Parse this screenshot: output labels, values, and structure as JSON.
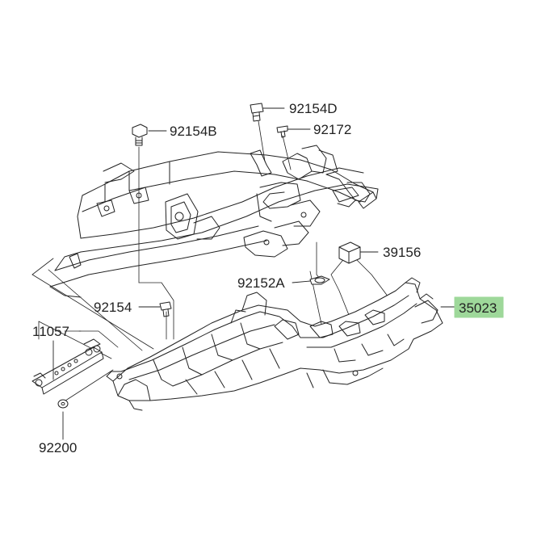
{
  "diagram": {
    "highlight_color": "#9ed89a",
    "line_color": "#222222",
    "part_fill": "#ffffff",
    "callouts": {
      "c92154D": "92154D",
      "c92172": "92172",
      "c92154B": "92154B",
      "c39156": "39156",
      "c92152A": "92152A",
      "c35023": "35023",
      "c92154": "92154",
      "c11057": "11057",
      "c92200": "92200"
    },
    "highlighted_part": "35023"
  }
}
